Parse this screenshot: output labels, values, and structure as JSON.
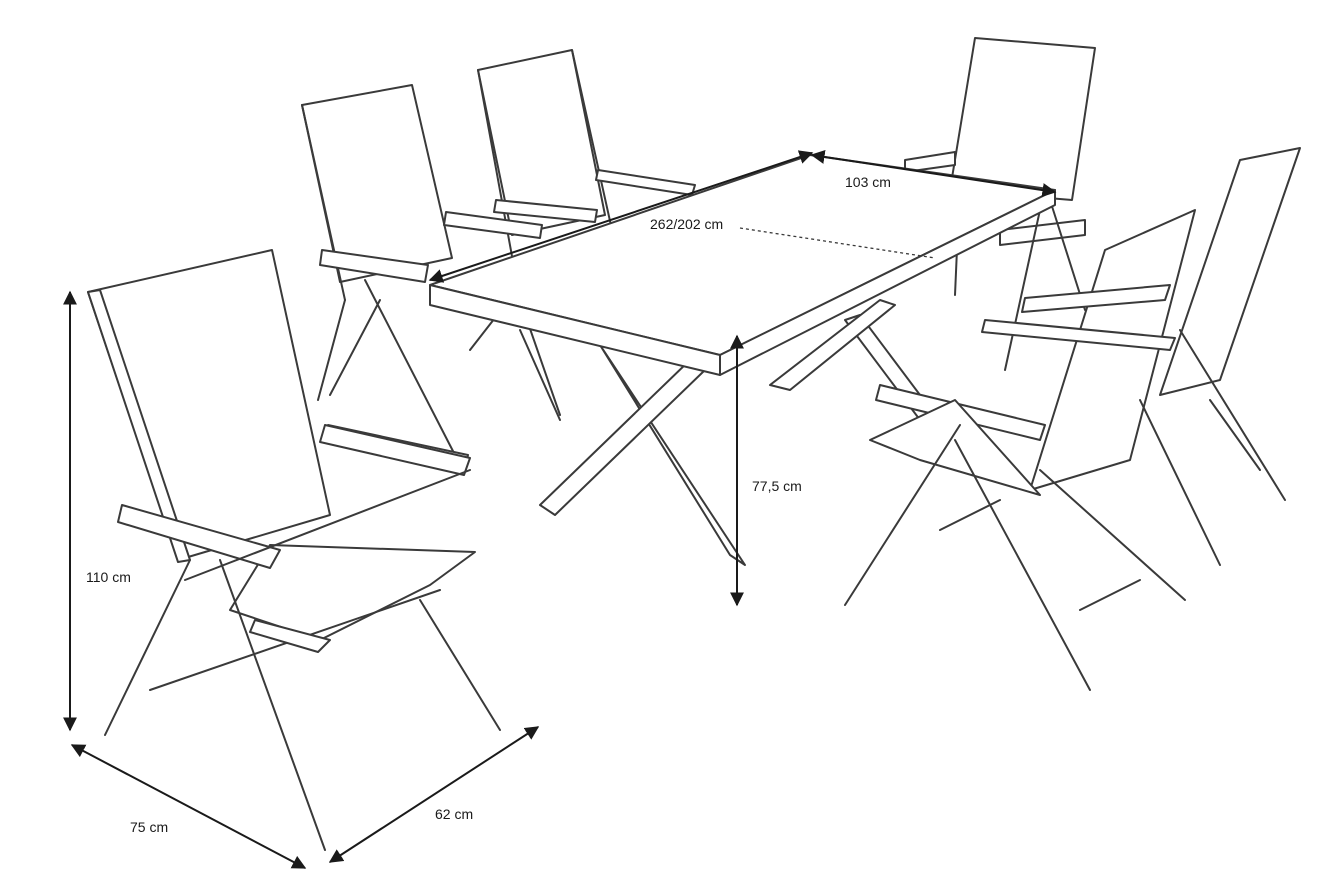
{
  "dimensions": {
    "chair_height": "110 cm",
    "chair_depth": "75 cm",
    "chair_width": "62 cm",
    "table_length": "262/202 cm",
    "table_width": "103 cm",
    "table_height": "77,5 cm"
  }
}
